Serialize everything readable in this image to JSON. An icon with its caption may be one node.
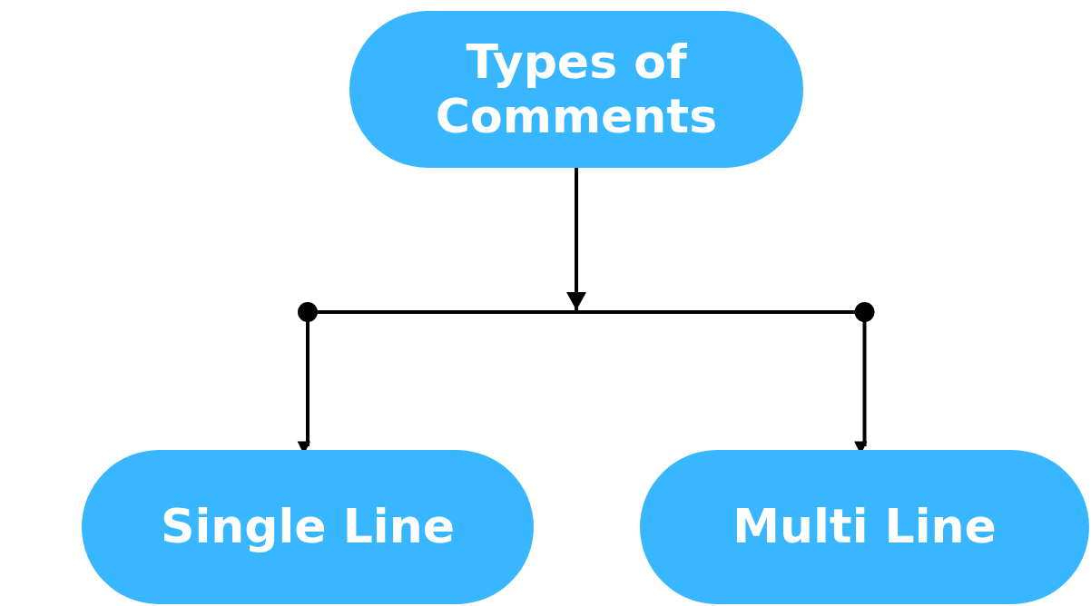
{
  "diagram": {
    "nodes": [
      {
        "text": [
          "Types of Comments"
        ]
      },
      {
        "text": [
          "Single Line"
        ]
      },
      {
        "text": [
          "Multi Line"
        ]
      }
    ],
    "edges": [
      {
        "from": 0,
        "to": 1,
        "arrow": "to"
      },
      {
        "from": 0,
        "to": 2,
        "arrow": "to"
      }
    ]
  }
}
